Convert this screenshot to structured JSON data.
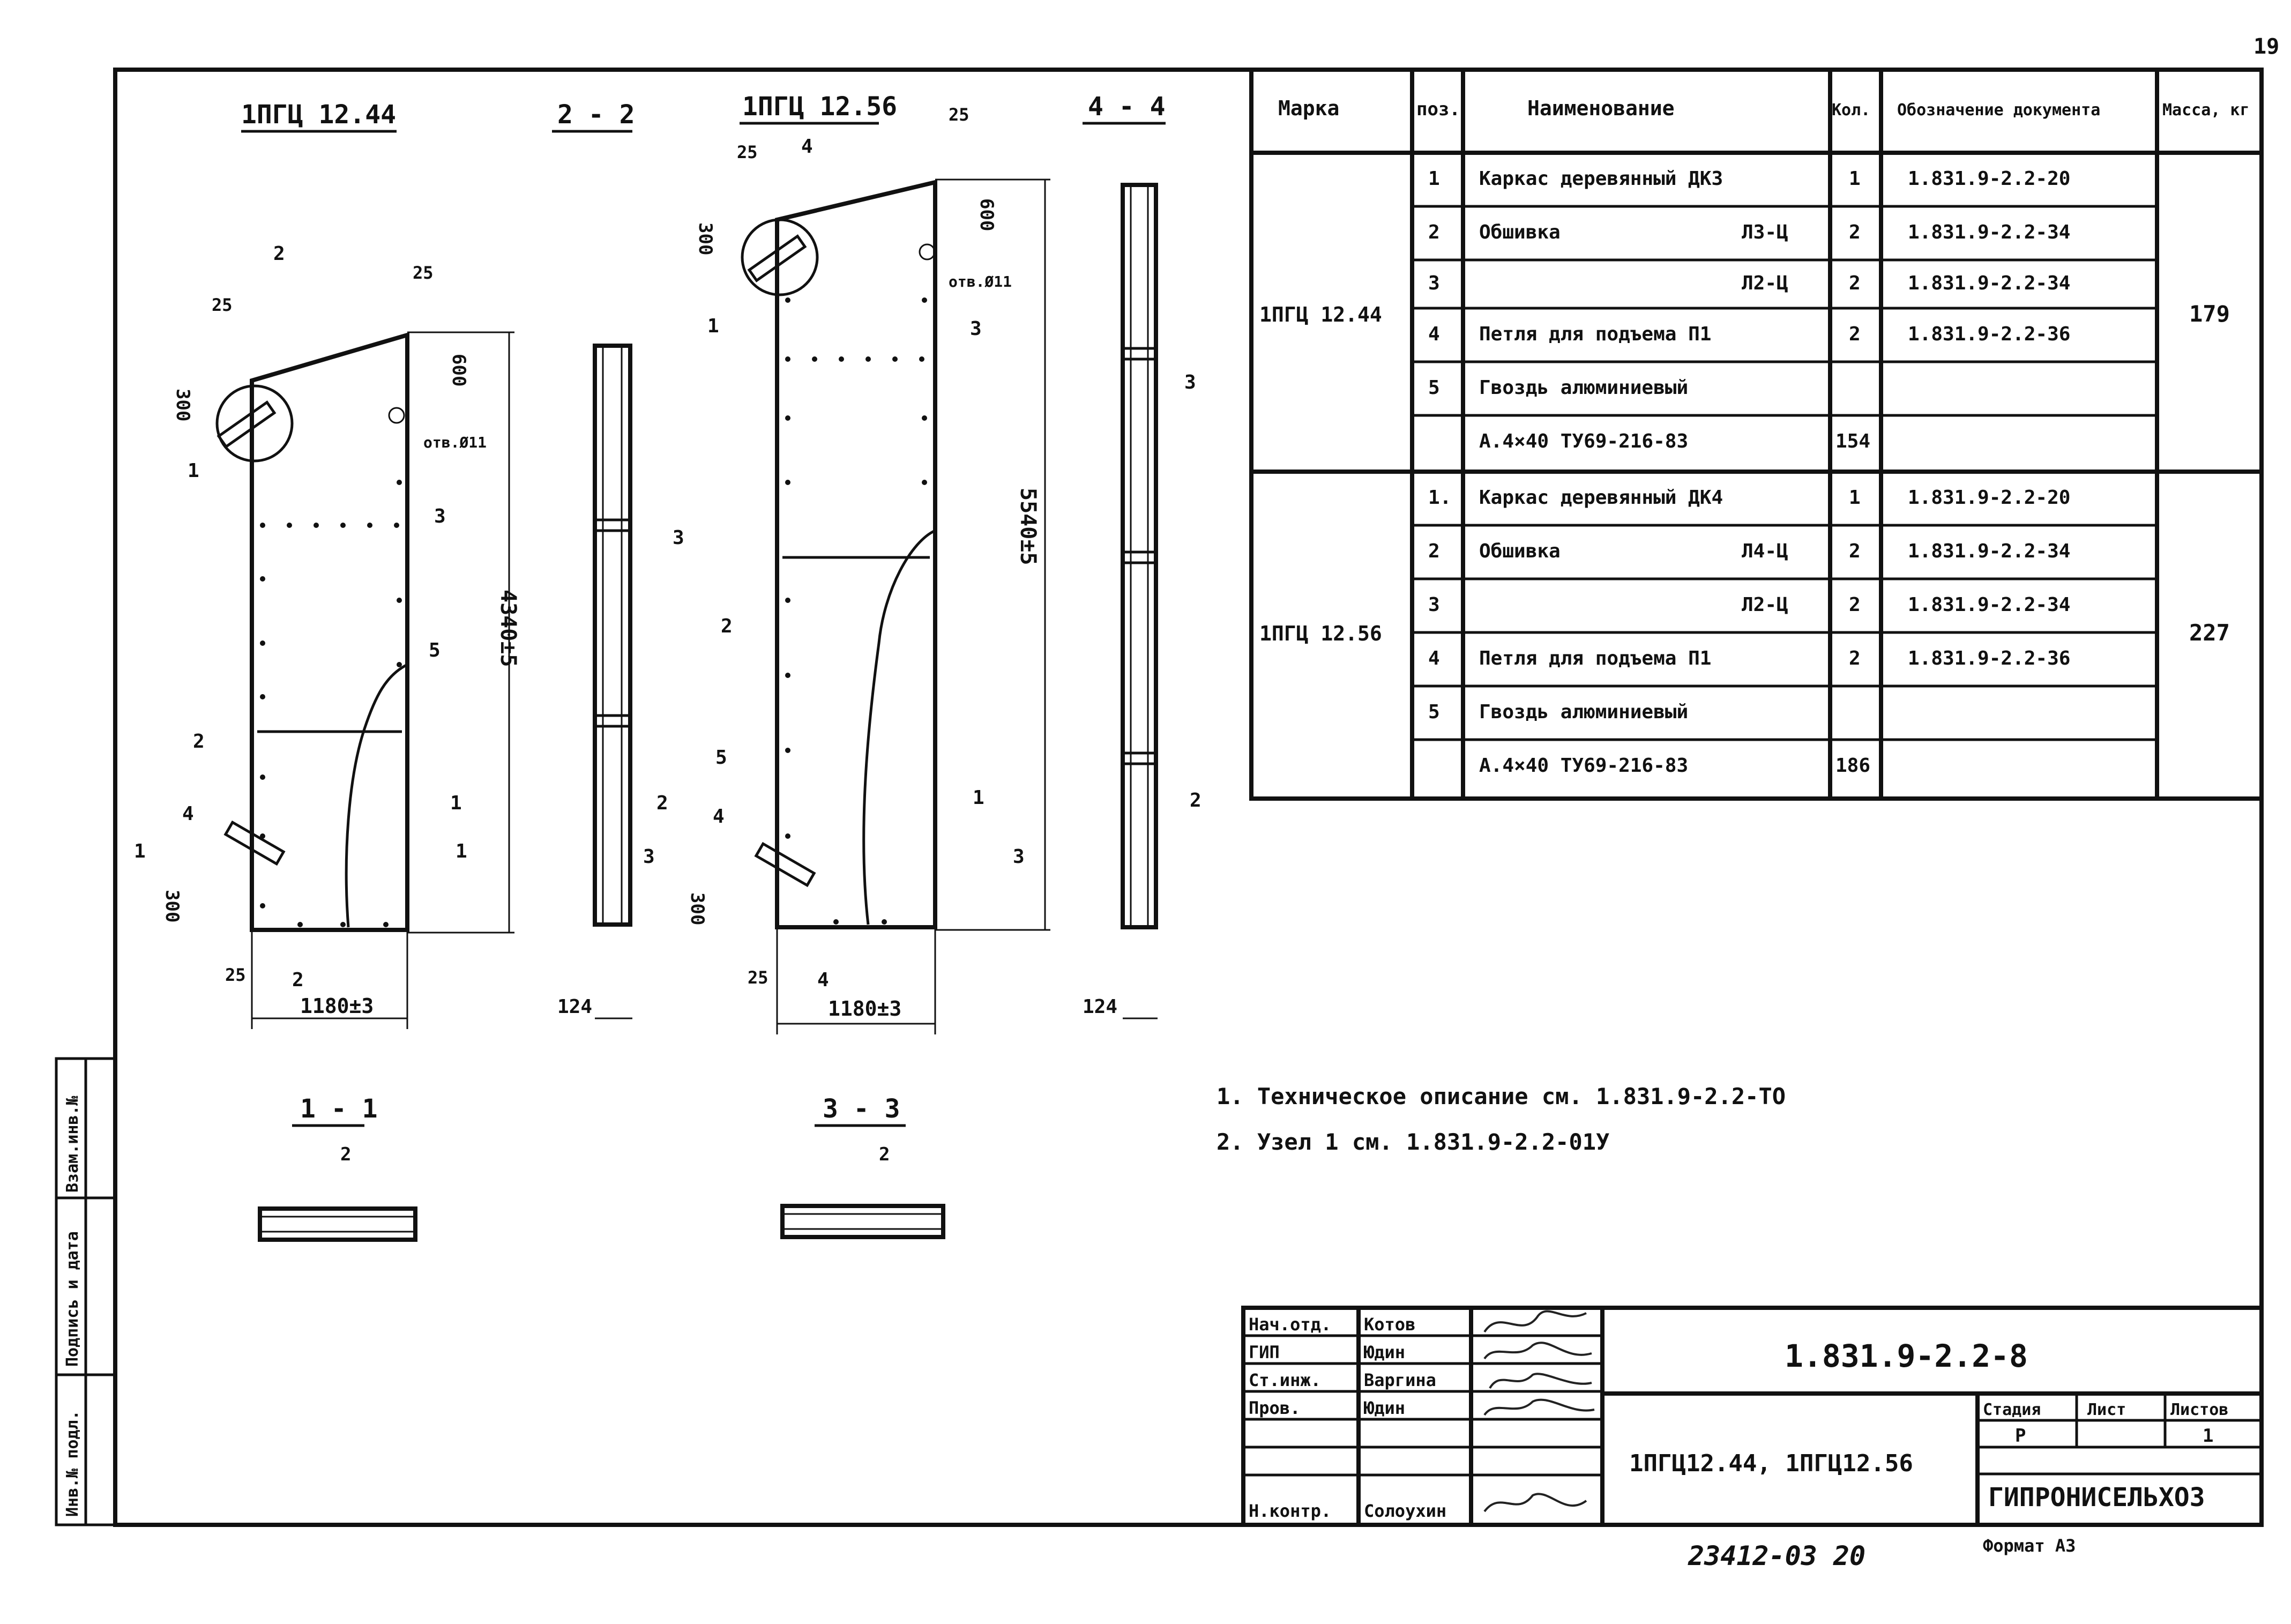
{
  "page_number": "19",
  "views": {
    "view1_title": "1ПГЦ 12.44",
    "view2_title": "2 - 2",
    "view3_title": "1ПГЦ 12.56",
    "view4_title": "4 - 4",
    "section1_title": "1 - 1",
    "section3_title": "3 - 3"
  },
  "dims": {
    "d25": "25",
    "d300": "300",
    "d600": "600",
    "hole": "отв.Ø11",
    "height1": "4340±5",
    "height2": "5540±5",
    "width": "1180±3",
    "thick": "124"
  },
  "callouts": {
    "p1": "1",
    "p2": "2",
    "p3": "3",
    "p4": "4",
    "p5": "5"
  },
  "section_marks": {
    "s1": "1",
    "s2": "2",
    "s3": "3",
    "s4": "4"
  },
  "spec_table": {
    "headers": [
      "Марка",
      "поз.",
      "Наименование",
      "Кол.",
      "Обозначение документа",
      "Масса, кг"
    ],
    "groups": [
      {
        "mark": "1ПГЦ 12.44",
        "mass": "179",
        "rows": [
          {
            "pos": "1",
            "name": "Каркас деревянный ДК3",
            "sub": "",
            "qty": "1",
            "doc": "1.831.9-2.2-20"
          },
          {
            "pos": "2",
            "name": "Обшивка",
            "sub": "Л3-Ц",
            "qty": "2",
            "doc": "1.831.9-2.2-34"
          },
          {
            "pos": "3",
            "name": "",
            "sub": "Л2-Ц",
            "qty": "2",
            "doc": "1.831.9-2.2-34"
          },
          {
            "pos": "4",
            "name": "Петля для подъема П1",
            "sub": "",
            "qty": "2",
            "doc": "1.831.9-2.2-36"
          },
          {
            "pos": "5",
            "name": "Гвоздь алюминиевый",
            "sub": "",
            "qty": "",
            "doc": ""
          },
          {
            "pos": "",
            "name": "А.4×40 ТУ69-216-83",
            "sub": "",
            "qty": "154",
            "doc": ""
          }
        ]
      },
      {
        "mark": "1ПГЦ 12.56",
        "mass": "227",
        "rows": [
          {
            "pos": "1.",
            "name": "Каркас деревянный ДК4",
            "sub": "",
            "qty": "1",
            "doc": "1.831.9-2.2-20"
          },
          {
            "pos": "2",
            "name": "Обшивка",
            "sub": "Л4-Ц",
            "qty": "2",
            "doc": "1.831.9-2.2-34"
          },
          {
            "pos": "3",
            "name": "",
            "sub": "Л2-Ц",
            "qty": "2",
            "doc": "1.831.9-2.2-34"
          },
          {
            "pos": "4",
            "name": "Петля для подъема П1",
            "sub": "",
            "qty": "2",
            "doc": "1.831.9-2.2-36"
          },
          {
            "pos": "5",
            "name": "Гвоздь алюминиевый",
            "sub": "",
            "qty": "",
            "doc": ""
          },
          {
            "pos": "",
            "name": "А.4×40 ТУ69-216-83",
            "sub": "",
            "qty": "186",
            "doc": ""
          }
        ]
      }
    ]
  },
  "notes": [
    "1. Техническое описание см. 1.831.9-2.2-ТО",
    "2. Узел 1 см. 1.831.9-2.2-01У"
  ],
  "side_stamp": {
    "col1": "Инв.№ подл.",
    "col2": "Подпись и дата",
    "col3": "Взам.инв.№"
  },
  "title_block": {
    "roles": [
      {
        "role": "Нач.отд.",
        "name": "Котов"
      },
      {
        "role": "ГИП",
        "name": "Юдин"
      },
      {
        "role": "Ст.инж.",
        "name": "Варгина"
      },
      {
        "role": "Пров.",
        "name": "Юдин"
      },
      {
        "role": "",
        "name": ""
      },
      {
        "role": "",
        "name": ""
      },
      {
        "role": "Н.контр.",
        "name": "Солоухин"
      }
    ],
    "doc_code": "1.831.9-2.2-8",
    "title": "1ПГЦ12.44, 1ПГЦ12.56",
    "stage_label": "Стадия",
    "sheet_label": "Лист",
    "sheets_label": "Листов",
    "stage": "Р",
    "sheet": "",
    "sheets": "1",
    "org": "ГИПРОНИСЕЛЬХОЗ",
    "bottom_code": "23412-03 20",
    "format": "Формат А3"
  }
}
